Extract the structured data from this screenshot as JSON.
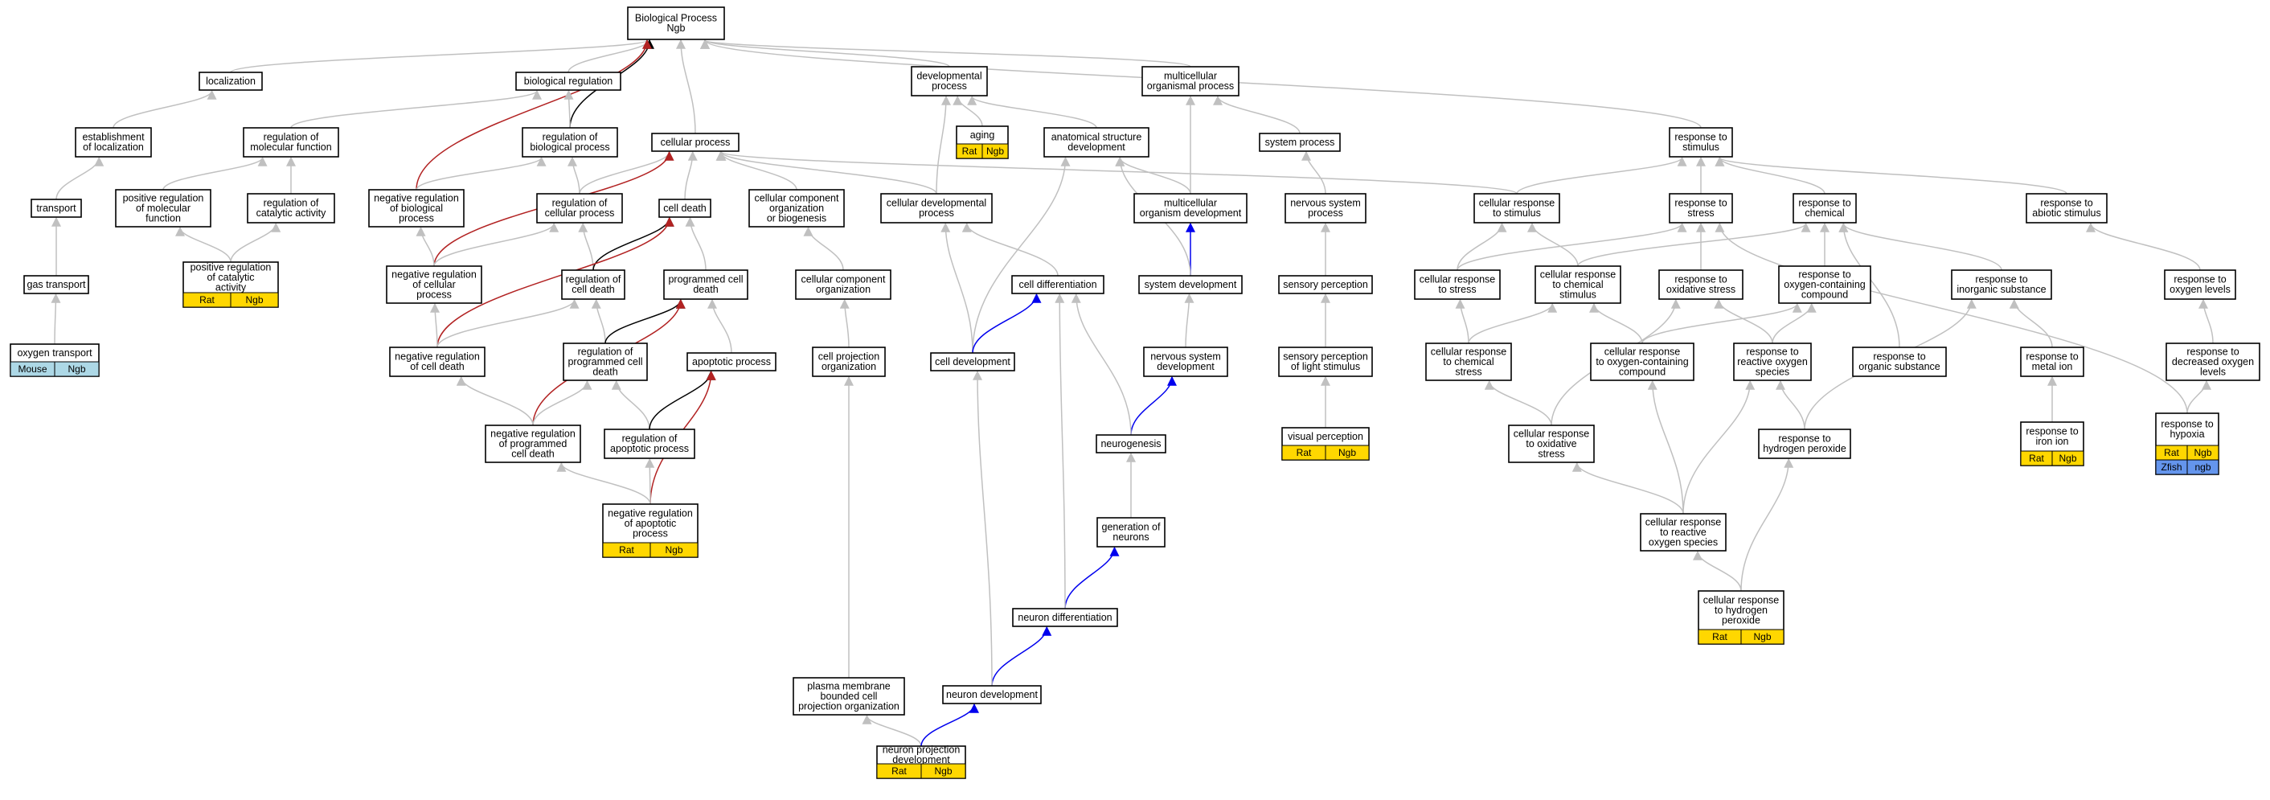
{
  "colors": {
    "gray_edge": "#c0c0c0",
    "black_edge": "#000000",
    "red_edge": "#b22222",
    "blue_edge": "#0000ee",
    "tag_yellow": "#ffd700",
    "tag_lightblue": "#add8e6",
    "tag_blue": "#6495ed"
  },
  "nodes": [
    {
      "id": "bp",
      "lines": [
        "Biological Process",
        "Ngb"
      ]
    },
    {
      "id": "loc",
      "lines": [
        "localization"
      ]
    },
    {
      "id": "breg",
      "lines": [
        "biological regulation"
      ]
    },
    {
      "id": "devp",
      "lines": [
        "developmental",
        "process"
      ]
    },
    {
      "id": "mop",
      "lines": [
        "multicellular",
        "organismal process"
      ]
    },
    {
      "id": "estloc",
      "lines": [
        "establishment",
        "of localization"
      ]
    },
    {
      "id": "regmf",
      "lines": [
        "regulation of",
        "molecular function"
      ]
    },
    {
      "id": "regbp",
      "lines": [
        "regulation of",
        "biological process"
      ]
    },
    {
      "id": "cellp",
      "lines": [
        "cellular process"
      ]
    },
    {
      "id": "aging",
      "lines": [
        "aging"
      ],
      "tags": [
        {
          "label": "Rat",
          "color": "tag_yellow"
        },
        {
          "label": "Ngb",
          "color": "tag_yellow"
        }
      ]
    },
    {
      "id": "asd",
      "lines": [
        "anatomical structure",
        "development"
      ]
    },
    {
      "id": "sysp",
      "lines": [
        "system process"
      ]
    },
    {
      "id": "rstim",
      "lines": [
        "response to",
        "stimulus"
      ]
    },
    {
      "id": "transport",
      "lines": [
        "transport"
      ]
    },
    {
      "id": "posregmf",
      "lines": [
        "positive regulation",
        "of molecular",
        "function"
      ]
    },
    {
      "id": "regcat",
      "lines": [
        "regulation of",
        "catalytic activity"
      ]
    },
    {
      "id": "negregbp",
      "lines": [
        "negative regulation",
        "of biological",
        "process"
      ]
    },
    {
      "id": "regcp",
      "lines": [
        "regulation of",
        "cellular process"
      ]
    },
    {
      "id": "celldeath",
      "lines": [
        "cell death"
      ]
    },
    {
      "id": "ccorg",
      "lines": [
        "cellular component",
        "organization",
        "or biogenesis"
      ]
    },
    {
      "id": "cdevp",
      "lines": [
        "cellular developmental",
        "process"
      ]
    },
    {
      "id": "mod",
      "lines": [
        "multicellular",
        "organism development"
      ]
    },
    {
      "id": "nsp",
      "lines": [
        "nervous system",
        "process"
      ]
    },
    {
      "id": "crstim",
      "lines": [
        "cellular response",
        "to stimulus"
      ]
    },
    {
      "id": "rstress",
      "lines": [
        "response to",
        "stress"
      ]
    },
    {
      "id": "rchem",
      "lines": [
        "response to",
        "chemical"
      ]
    },
    {
      "id": "rabiotic",
      "lines": [
        "response to",
        "abiotic stimulus"
      ]
    },
    {
      "id": "gastransport",
      "lines": [
        "gas transport"
      ]
    },
    {
      "id": "posregcat",
      "lines": [
        "positive regulation",
        "of catalytic",
        "activity"
      ],
      "tags": [
        {
          "label": "Rat",
          "color": "tag_yellow"
        },
        {
          "label": "Ngb",
          "color": "tag_yellow"
        }
      ]
    },
    {
      "id": "negregcp",
      "lines": [
        "negative regulation",
        "of cellular",
        "process"
      ]
    },
    {
      "id": "regcd",
      "lines": [
        "regulation of",
        "cell death"
      ]
    },
    {
      "id": "pcd",
      "lines": [
        "programmed cell",
        "death"
      ]
    },
    {
      "id": "cco",
      "lines": [
        "cellular component",
        "organization"
      ]
    },
    {
      "id": "celldiff",
      "lines": [
        "cell differentiation"
      ]
    },
    {
      "id": "sysdev",
      "lines": [
        "system development"
      ]
    },
    {
      "id": "sensp",
      "lines": [
        "sensory perception"
      ]
    },
    {
      "id": "crstress",
      "lines": [
        "cellular response",
        "to stress"
      ]
    },
    {
      "id": "crchem",
      "lines": [
        "cellular response",
        "to chemical",
        "stimulus"
      ]
    },
    {
      "id": "rox",
      "lines": [
        "response to",
        "oxidative stress"
      ]
    },
    {
      "id": "roxc",
      "lines": [
        "response to",
        "oxygen-containing",
        "compound"
      ]
    },
    {
      "id": "rinorg",
      "lines": [
        "response to",
        "inorganic substance"
      ]
    },
    {
      "id": "roxlev",
      "lines": [
        "response to",
        "oxygen levels"
      ]
    },
    {
      "id": "oxtransport",
      "lines": [
        "oxygen transport"
      ],
      "tags": [
        {
          "label": "Mouse",
          "color": "tag_lightblue"
        },
        {
          "label": "Ngb",
          "color": "tag_lightblue"
        }
      ]
    },
    {
      "id": "negregcd",
      "lines": [
        "negative regulation",
        "of cell death"
      ]
    },
    {
      "id": "regpcd",
      "lines": [
        "regulation of",
        "programmed cell",
        "death"
      ]
    },
    {
      "id": "apop",
      "lines": [
        "apoptotic process"
      ]
    },
    {
      "id": "cpo",
      "lines": [
        "cell projection",
        "organization"
      ]
    },
    {
      "id": "celldev",
      "lines": [
        "cell development"
      ]
    },
    {
      "id": "nsdev",
      "lines": [
        "nervous system",
        "development"
      ]
    },
    {
      "id": "spls",
      "lines": [
        "sensory perception",
        "of light stimulus"
      ]
    },
    {
      "id": "crchemstress",
      "lines": [
        "cellular response",
        "to chemical",
        "stress"
      ]
    },
    {
      "id": "croxc",
      "lines": [
        "cellular response",
        "to oxygen-containing",
        "compound"
      ]
    },
    {
      "id": "rros",
      "lines": [
        "response to",
        "reactive oxygen",
        "species"
      ]
    },
    {
      "id": "rorg",
      "lines": [
        "response to",
        "organic substance"
      ]
    },
    {
      "id": "rmetal",
      "lines": [
        "response to",
        "metal ion"
      ]
    },
    {
      "id": "rdecox",
      "lines": [
        "response to",
        "decreased oxygen",
        "levels"
      ]
    },
    {
      "id": "negregpcd",
      "lines": [
        "negative regulation",
        "of programmed",
        "cell death"
      ]
    },
    {
      "id": "regapop",
      "lines": [
        "regulation of",
        "apoptotic process"
      ]
    },
    {
      "id": "neurogenesis",
      "lines": [
        "neurogenesis"
      ]
    },
    {
      "id": "visp",
      "lines": [
        "visual perception"
      ],
      "tags": [
        {
          "label": "Rat",
          "color": "tag_yellow"
        },
        {
          "label": "Ngb",
          "color": "tag_yellow"
        }
      ]
    },
    {
      "id": "croxstress",
      "lines": [
        "cellular response",
        "to oxidative",
        "stress"
      ]
    },
    {
      "id": "rh2o2",
      "lines": [
        "response to",
        "hydrogen peroxide"
      ]
    },
    {
      "id": "riron",
      "lines": [
        "response to",
        "iron ion"
      ],
      "tags": [
        {
          "label": "Rat",
          "color": "tag_yellow"
        },
        {
          "label": "Ngb",
          "color": "tag_yellow"
        }
      ]
    },
    {
      "id": "rhypoxia",
      "lines": [
        "response to",
        "hypoxia"
      ],
      "tags": [
        {
          "label": "Rat",
          "color": "tag_yellow"
        },
        {
          "label": "Ngb",
          "color": "tag_yellow"
        },
        {
          "label": "Zfish",
          "color": "tag_blue"
        },
        {
          "label": "ngb",
          "color": "tag_blue"
        }
      ]
    },
    {
      "id": "negregapop",
      "lines": [
        "negative regulation",
        "of apoptotic",
        "process"
      ],
      "tags": [
        {
          "label": "Rat",
          "color": "tag_yellow"
        },
        {
          "label": "Ngb",
          "color": "tag_yellow"
        }
      ]
    },
    {
      "id": "genneur",
      "lines": [
        "generation of",
        "neurons"
      ]
    },
    {
      "id": "crros",
      "lines": [
        "cellular response",
        "to reactive",
        "oxygen species"
      ]
    },
    {
      "id": "neurdiff",
      "lines": [
        "neuron differentiation"
      ]
    },
    {
      "id": "crh2o2",
      "lines": [
        "cellular response",
        "to hydrogen",
        "peroxide"
      ],
      "tags": [
        {
          "label": "Rat",
          "color": "tag_yellow"
        },
        {
          "label": "Ngb",
          "color": "tag_yellow"
        }
      ]
    },
    {
      "id": "pmbcpo",
      "lines": [
        "plasma membrane",
        "bounded cell",
        "projection organization"
      ]
    },
    {
      "id": "neurdev",
      "lines": [
        "neuron development"
      ]
    },
    {
      "id": "npd",
      "lines": [
        "neuron projection",
        "development"
      ],
      "tags": [
        {
          "label": "Rat",
          "color": "tag_yellow"
        },
        {
          "label": "Ngb",
          "color": "tag_yellow"
        }
      ]
    }
  ],
  "edges": [
    {
      "from": "loc",
      "to": "bp",
      "color": "gray"
    },
    {
      "from": "breg",
      "to": "bp",
      "color": "gray"
    },
    {
      "from": "devp",
      "to": "bp",
      "color": "gray"
    },
    {
      "from": "mop",
      "to": "bp",
      "color": "gray"
    },
    {
      "from": "rstim",
      "to": "bp",
      "color": "gray"
    },
    {
      "from": "cellp",
      "to": "bp",
      "color": "gray"
    },
    {
      "from": "regbp",
      "to": "bp",
      "color": "black"
    },
    {
      "from": "negregbp",
      "to": "bp",
      "color": "red"
    },
    {
      "from": "estloc",
      "to": "loc",
      "color": "gray"
    },
    {
      "from": "regmf",
      "to": "breg",
      "color": "gray"
    },
    {
      "from": "regbp",
      "to": "breg",
      "color": "gray"
    },
    {
      "from": "transport",
      "to": "estloc",
      "color": "gray"
    },
    {
      "from": "gastransport",
      "to": "transport",
      "color": "gray"
    },
    {
      "from": "oxtransport",
      "to": "gastransport",
      "color": "gray"
    },
    {
      "from": "posregmf",
      "to": "regmf",
      "color": "gray"
    },
    {
      "from": "regcat",
      "to": "regmf",
      "color": "gray"
    },
    {
      "from": "posregcat",
      "to": "posregmf",
      "color": "gray"
    },
    {
      "from": "posregcat",
      "to": "regcat",
      "color": "gray"
    },
    {
      "from": "negregbp",
      "to": "regbp",
      "color": "gray"
    },
    {
      "from": "regcp",
      "to": "regbp",
      "color": "gray"
    },
    {
      "from": "regcp",
      "to": "cellp",
      "color": "gray"
    },
    {
      "from": "celldeath",
      "to": "cellp",
      "color": "gray"
    },
    {
      "from": "ccorg",
      "to": "cellp",
      "color": "gray"
    },
    {
      "from": "cdevp",
      "to": "cellp",
      "color": "gray"
    },
    {
      "from": "crstim",
      "to": "cellp",
      "color": "gray"
    },
    {
      "from": "negregcp",
      "to": "cellp",
      "color": "red"
    },
    {
      "from": "negregcp",
      "to": "negregbp",
      "color": "gray"
    },
    {
      "from": "negregcp",
      "to": "regcp",
      "color": "gray"
    },
    {
      "from": "regcd",
      "to": "regcp",
      "color": "gray"
    },
    {
      "from": "regcd",
      "to": "celldeath",
      "color": "black"
    },
    {
      "from": "negregcd",
      "to": "celldeath",
      "color": "red"
    },
    {
      "from": "pcd",
      "to": "celldeath",
      "color": "gray"
    },
    {
      "from": "negregcd",
      "to": "negregcp",
      "color": "gray"
    },
    {
      "from": "negregcd",
      "to": "regcd",
      "color": "gray"
    },
    {
      "from": "regpcd",
      "to": "regcd",
      "color": "gray"
    },
    {
      "from": "regpcd",
      "to": "pcd",
      "color": "black"
    },
    {
      "from": "negregpcd",
      "to": "pcd",
      "color": "red"
    },
    {
      "from": "apop",
      "to": "pcd",
      "color": "gray"
    },
    {
      "from": "negregpcd",
      "to": "negregcd",
      "color": "gray"
    },
    {
      "from": "negregpcd",
      "to": "regpcd",
      "color": "gray"
    },
    {
      "from": "regapop",
      "to": "regpcd",
      "color": "gray"
    },
    {
      "from": "regapop",
      "to": "apop",
      "color": "black"
    },
    {
      "from": "negregapop",
      "to": "apop",
      "color": "red"
    },
    {
      "from": "negregapop",
      "to": "negregpcd",
      "color": "gray"
    },
    {
      "from": "negregapop",
      "to": "regapop",
      "color": "gray"
    },
    {
      "from": "cco",
      "to": "ccorg",
      "color": "gray"
    },
    {
      "from": "cpo",
      "to": "cco",
      "color": "gray"
    },
    {
      "from": "pmbcpo",
      "to": "cpo",
      "color": "gray"
    },
    {
      "from": "npd",
      "to": "pmbcpo",
      "color": "gray"
    },
    {
      "from": "npd",
      "to": "neurdev",
      "color": "blue"
    },
    {
      "from": "aging",
      "to": "devp",
      "color": "gray"
    },
    {
      "from": "asd",
      "to": "devp",
      "color": "gray"
    },
    {
      "from": "cdevp",
      "to": "devp",
      "color": "gray"
    },
    {
      "from": "mod",
      "to": "asd",
      "color": "gray"
    },
    {
      "from": "mod",
      "to": "mop",
      "color": "gray"
    },
    {
      "from": "sysp",
      "to": "mop",
      "color": "gray"
    },
    {
      "from": "sysdev",
      "to": "mod",
      "color": "blue"
    },
    {
      "from": "sysdev",
      "to": "asd",
      "color": "gray"
    },
    {
      "from": "celldiff",
      "to": "cdevp",
      "color": "gray"
    },
    {
      "from": "celldev",
      "to": "cdevp",
      "color": "gray"
    },
    {
      "from": "celldev",
      "to": "asd",
      "color": "gray"
    },
    {
      "from": "celldev",
      "to": "celldiff",
      "color": "blue"
    },
    {
      "from": "nsdev",
      "to": "sysdev",
      "color": "gray"
    },
    {
      "from": "neurogenesis",
      "to": "nsdev",
      "color": "blue"
    },
    {
      "from": "neurogenesis",
      "to": "celldiff",
      "color": "gray"
    },
    {
      "from": "genneur",
      "to": "neurogenesis",
      "color": "gray"
    },
    {
      "from": "neurdiff",
      "to": "genneur",
      "color": "blue"
    },
    {
      "from": "neurdiff",
      "to": "celldiff",
      "color": "gray"
    },
    {
      "from": "neurdev",
      "to": "neurdiff",
      "color": "blue"
    },
    {
      "from": "neurdev",
      "to": "celldev",
      "color": "gray"
    },
    {
      "from": "nsp",
      "to": "sysp",
      "color": "gray"
    },
    {
      "from": "sensp",
      "to": "nsp",
      "color": "gray"
    },
    {
      "from": "spls",
      "to": "sensp",
      "color": "gray"
    },
    {
      "from": "visp",
      "to": "spls",
      "color": "gray"
    },
    {
      "from": "crstim",
      "to": "rstim",
      "color": "gray"
    },
    {
      "from": "rstress",
      "to": "rstim",
      "color": "gray"
    },
    {
      "from": "rchem",
      "to": "rstim",
      "color": "gray"
    },
    {
      "from": "rabiotic",
      "to": "rstim",
      "color": "gray"
    },
    {
      "from": "crstress",
      "to": "crstim",
      "color": "gray"
    },
    {
      "from": "crstress",
      "to": "rstress",
      "color": "gray"
    },
    {
      "from": "crchem",
      "to": "crstim",
      "color": "gray"
    },
    {
      "from": "crchem",
      "to": "rchem",
      "color": "gray"
    },
    {
      "from": "rox",
      "to": "rstress",
      "color": "gray"
    },
    {
      "from": "roxc",
      "to": "rchem",
      "color": "gray"
    },
    {
      "from": "rinorg",
      "to": "rchem",
      "color": "gray"
    },
    {
      "from": "roxlev",
      "to": "rabiotic",
      "color": "gray"
    },
    {
      "from": "crchemstress",
      "to": "crstress",
      "color": "gray"
    },
    {
      "from": "crchemstress",
      "to": "crchem",
      "color": "gray"
    },
    {
      "from": "croxc",
      "to": "crchem",
      "color": "gray"
    },
    {
      "from": "croxc",
      "to": "roxc",
      "color": "gray"
    },
    {
      "from": "rros",
      "to": "rox",
      "color": "gray"
    },
    {
      "from": "rros",
      "to": "roxc",
      "color": "gray"
    },
    {
      "from": "rorg",
      "to": "rchem",
      "color": "gray"
    },
    {
      "from": "rmetal",
      "to": "rinorg",
      "color": "gray"
    },
    {
      "from": "rdecox",
      "to": "roxlev",
      "color": "gray"
    },
    {
      "from": "croxstress",
      "to": "crchemstress",
      "color": "gray"
    },
    {
      "from": "croxstress",
      "to": "rox",
      "color": "gray"
    },
    {
      "from": "rh2o2",
      "to": "rros",
      "color": "gray"
    },
    {
      "from": "rh2o2",
      "to": "rinorg",
      "color": "gray"
    },
    {
      "from": "riron",
      "to": "rmetal",
      "color": "gray"
    },
    {
      "from": "rhypoxia",
      "to": "rdecox",
      "color": "gray"
    },
    {
      "from": "rhypoxia",
      "to": "rstress",
      "color": "gray"
    },
    {
      "from": "crros",
      "to": "croxstress",
      "color": "gray"
    },
    {
      "from": "crros",
      "to": "croxc",
      "color": "gray"
    },
    {
      "from": "crros",
      "to": "rros",
      "color": "gray"
    },
    {
      "from": "crh2o2",
      "to": "crros",
      "color": "gray"
    },
    {
      "from": "crh2o2",
      "to": "rh2o2",
      "color": "gray"
    }
  ]
}
